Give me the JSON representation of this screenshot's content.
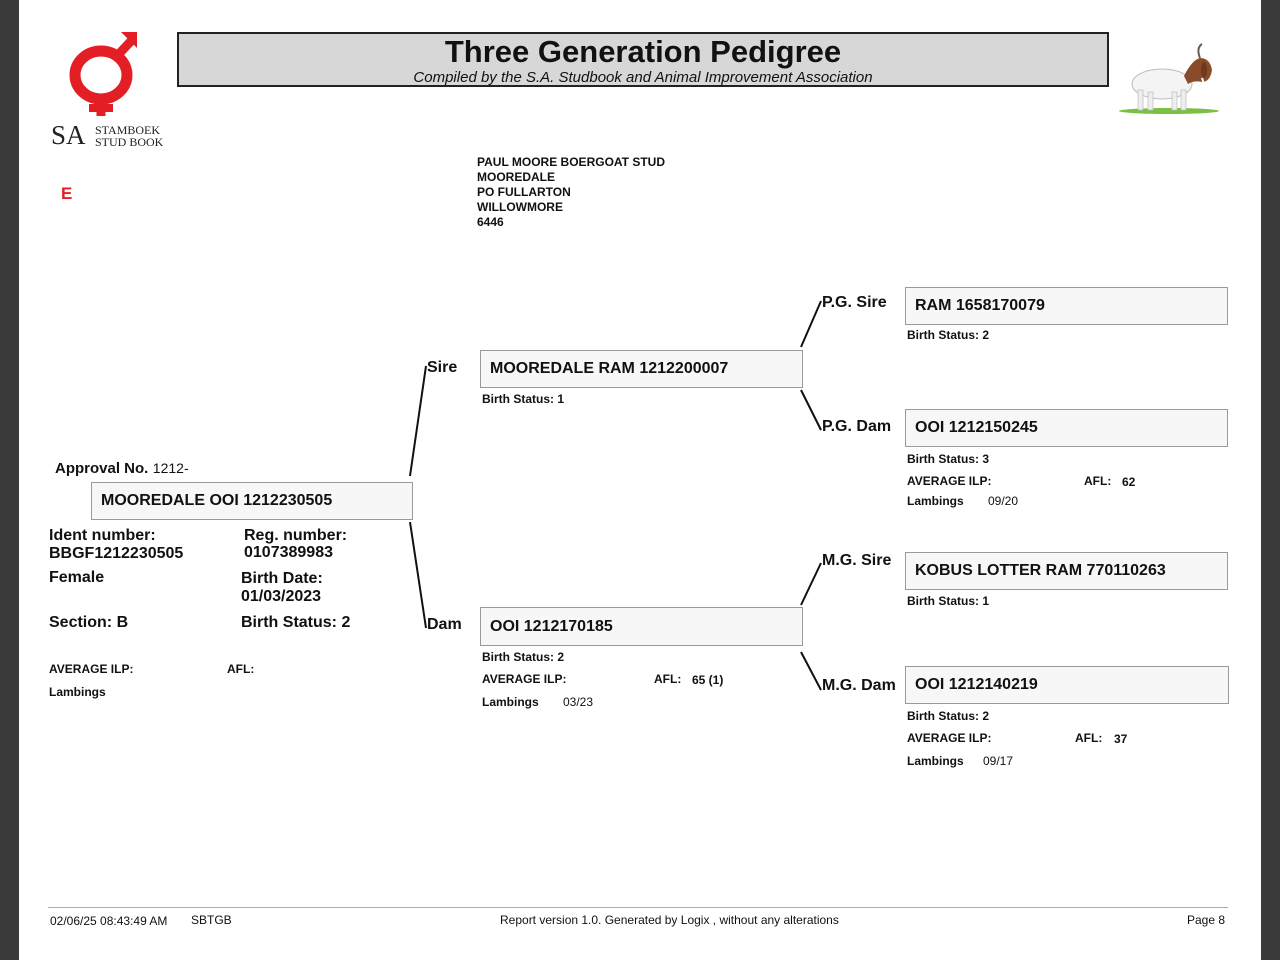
{
  "header": {
    "title": "Three Generation Pedigree",
    "subtitle": "Compiled by the S.A. Studbook and Animal Improvement Association",
    "logo_text_sa": "SA",
    "logo_text_line1": "STAMBOEK",
    "logo_text_line2": "STUD BOOK",
    "logo_color": "#e31e24"
  },
  "marker": "E",
  "owner": {
    "line1": "PAUL MOORE BOERGOAT STUD",
    "line2": "MOOREDALE",
    "line3": "PO FULLARTON",
    "line4": "WILLOWMORE",
    "line5": "6446"
  },
  "animal": {
    "approval_label": "Approval No.",
    "approval_value": "1212-",
    "name": "MOOREDALE OOI 1212230505",
    "ident_label": "Ident number:",
    "ident_value": "BBGF1212230505",
    "reg_label": "Reg. number:",
    "reg_value": "0107389983",
    "sex": "Female",
    "birth_date_label": "Birth Date:",
    "birth_date_value": "01/03/2023",
    "section": "Section: B",
    "birth_status": "Birth Status: 2",
    "avg_ilp_label": "AVERAGE ILP:",
    "afl_label": "AFL:",
    "lambings_label": "Lambings"
  },
  "sire": {
    "label": "Sire",
    "name": "MOOREDALE RAM 1212200007",
    "birth_status": "Birth Status: 1"
  },
  "dam": {
    "label": "Dam",
    "name": "OOI 1212170185",
    "birth_status": "Birth Status: 2",
    "avg_ilp_label": "AVERAGE ILP:",
    "afl_label": "AFL:",
    "afl_value": "65 (1)",
    "lambings_label": "Lambings",
    "lambings_value": "03/23"
  },
  "pg_sire": {
    "label": "P.G. Sire",
    "name": "RAM 1658170079",
    "birth_status": "Birth Status: 2"
  },
  "pg_dam": {
    "label": "P.G. Dam",
    "name": "OOI 1212150245",
    "birth_status": "Birth Status: 3",
    "avg_ilp_label": "AVERAGE ILP:",
    "afl_label": "AFL:",
    "afl_value": "62",
    "lambings_label": "Lambings",
    "lambings_value": "09/20"
  },
  "mg_sire": {
    "label": "M.G. Sire",
    "name": "KOBUS LOTTER RAM 770110263",
    "birth_status": "Birth Status: 1"
  },
  "mg_dam": {
    "label": "M.G. Dam",
    "name": "OOI 1212140219",
    "birth_status": "Birth Status: 2",
    "avg_ilp_label": "AVERAGE ILP:",
    "afl_label": "AFL:",
    "afl_value": "37",
    "lambings_label": "Lambings",
    "lambings_value": "09/17"
  },
  "footer": {
    "timestamp": "02/06/25 08:43:49 AM",
    "code": "SBTGB",
    "report_text": "Report version 1.0. Generated by Logix , without any alterations",
    "page": "Page 8"
  }
}
